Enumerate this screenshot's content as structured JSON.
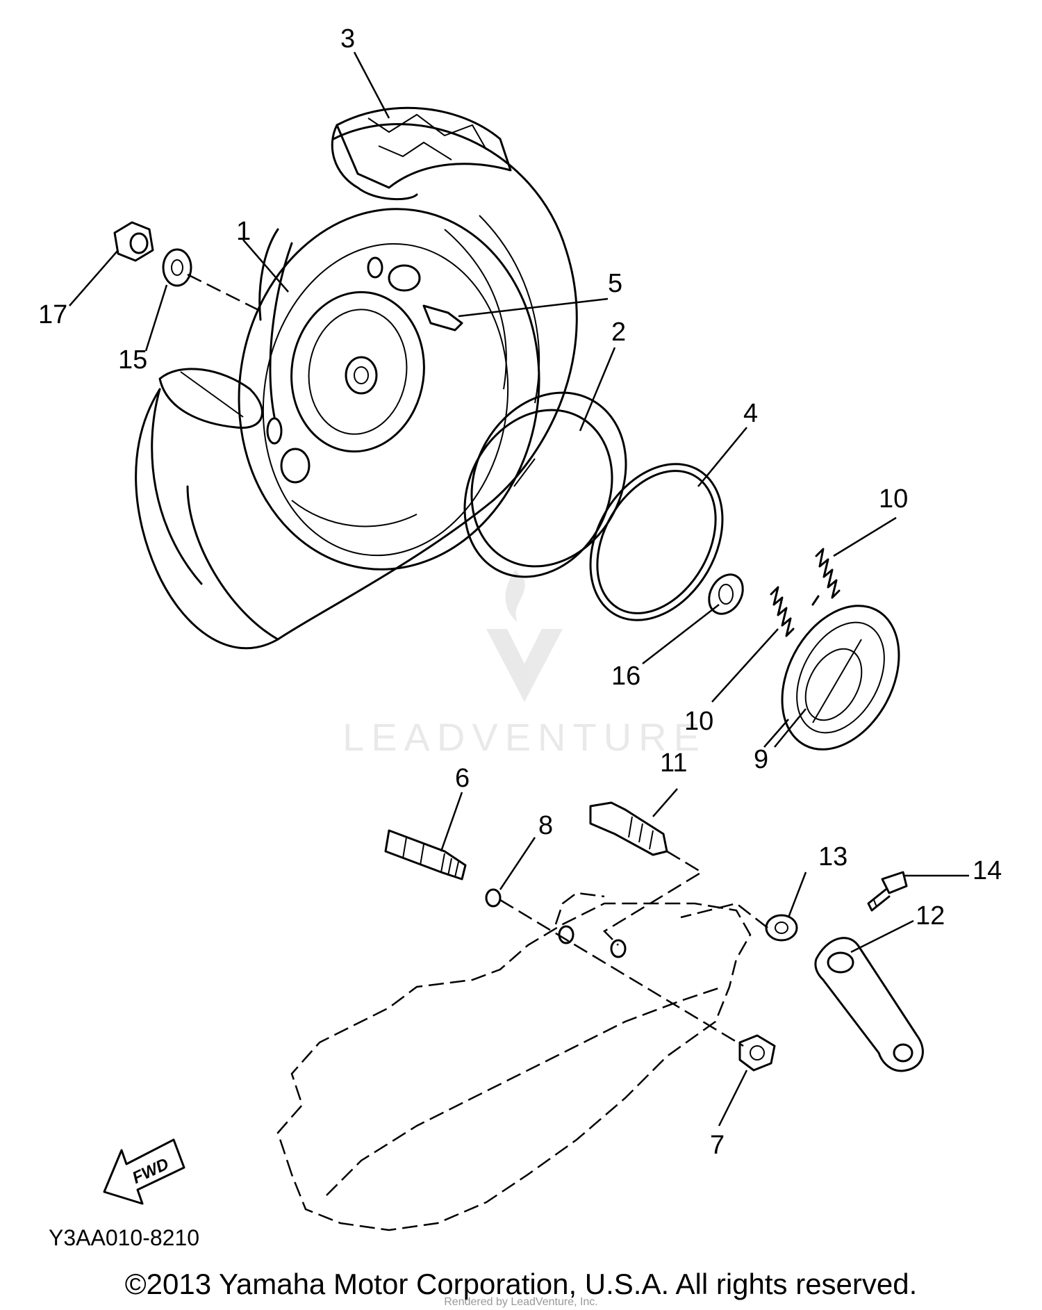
{
  "callouts": [
    {
      "id": "1",
      "label": "1"
    },
    {
      "id": "2",
      "label": "2"
    },
    {
      "id": "3",
      "label": "3"
    },
    {
      "id": "4",
      "label": "4"
    },
    {
      "id": "5",
      "label": "5"
    },
    {
      "id": "6",
      "label": "6"
    },
    {
      "id": "7",
      "label": "7"
    },
    {
      "id": "8",
      "label": "8"
    },
    {
      "id": "9",
      "label": "9"
    },
    {
      "id": "10a",
      "label": "10"
    },
    {
      "id": "10b",
      "label": "10"
    },
    {
      "id": "11",
      "label": "11"
    },
    {
      "id": "12",
      "label": "12"
    },
    {
      "id": "13",
      "label": "13"
    },
    {
      "id": "14",
      "label": "14"
    },
    {
      "id": "15",
      "label": "15"
    },
    {
      "id": "16",
      "label": "16"
    },
    {
      "id": "17",
      "label": "17"
    }
  ],
  "fwd_label": "FWD",
  "diagram_code": "Y3AA010-8210",
  "copyright": "©2013 Yamaha Motor Corporation, U.S.A. All rights reserved.",
  "watermark": {
    "brand": "LEADVENTURE",
    "rendered_by": "Rendered by LeadVenture, Inc."
  }
}
